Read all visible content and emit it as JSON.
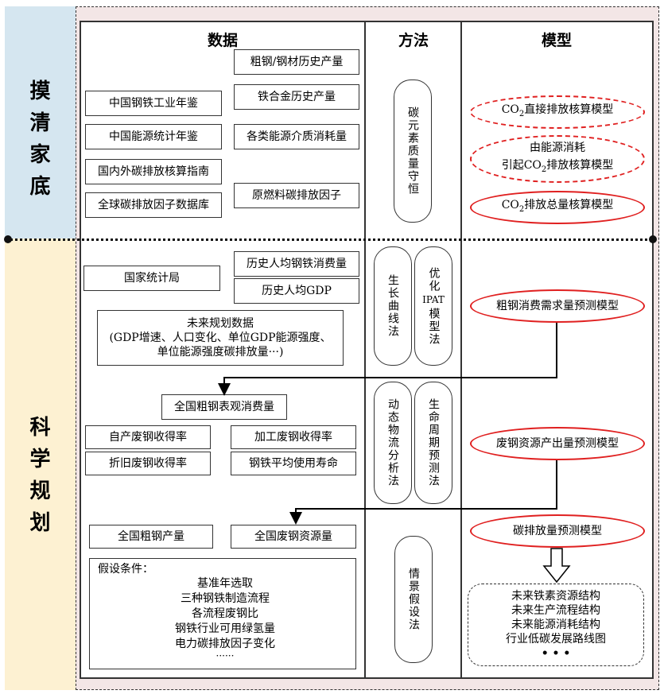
{
  "sections": {
    "top": "摸清家底",
    "bottom": "科学规划"
  },
  "headers": {
    "data": "数据",
    "method": "方法",
    "model": "模型"
  },
  "top": {
    "data_left": [
      "中国钢铁工业年鉴",
      "中国能源统计年鉴",
      "国内外碳排放核算指南",
      "全球碳排放因子数据库"
    ],
    "data_right": [
      "粗钢/钢材历史产量",
      "铁合金历史产量",
      "各类能源介质消耗量",
      "原燃料碳排放因子"
    ],
    "method": "碳元素质量守恒",
    "models": [
      {
        "prefix": "CO",
        "sub": "2",
        "suffix": "直接排放核算模型"
      },
      {
        "line1": "由能源消耗",
        "prefix": "引起CO",
        "sub": "2",
        "suffix": "排放核算模型"
      },
      {
        "prefix": "CO",
        "sub": "2",
        "suffix": "排放总量核算模型"
      }
    ]
  },
  "bottom": {
    "row1": {
      "data_stat": "国家统计局",
      "data_right": [
        "历史人均钢铁消费量",
        "历史人均GDP"
      ],
      "plan": [
        "未来规划数据",
        "(GDP增速、人口变化、单位GDP能源强度、",
        "单位能源强度碳排放量···)"
      ],
      "methods": [
        "生长曲线法",
        "优化IPAT模型法"
      ],
      "method_ipat": {
        "top": "优化",
        "mid": "IPAT",
        "bottom": "模型法"
      },
      "model": "粗钢消费需求量预测模型"
    },
    "row2": {
      "center": "全国粗钢表观消费量",
      "grid": [
        "自产废钢收得率",
        "加工废钢收得率",
        "折旧废钢收得率",
        "钢铁平均使用寿命"
      ],
      "methods": [
        "动态物流分析法",
        "生命周期预测法"
      ],
      "model": "废钢资源产出量预测模型"
    },
    "row3": {
      "outputs": [
        "全国粗钢产量",
        "全国废钢资源量"
      ],
      "assume_title": "假设条件：",
      "assumptions": [
        "基准年选取",
        "三种钢铁制造流程",
        "各流程废钢比",
        "钢铁行业可用绿氢量",
        "电力碳排放因子变化",
        "······"
      ],
      "method": "情景假设法",
      "model": "碳排放量预测模型",
      "results": [
        "未来铁素资源结构",
        "未来生产流程结构",
        "未来能源消耗结构",
        "行业低碳发展路线图",
        "• • •"
      ]
    }
  }
}
